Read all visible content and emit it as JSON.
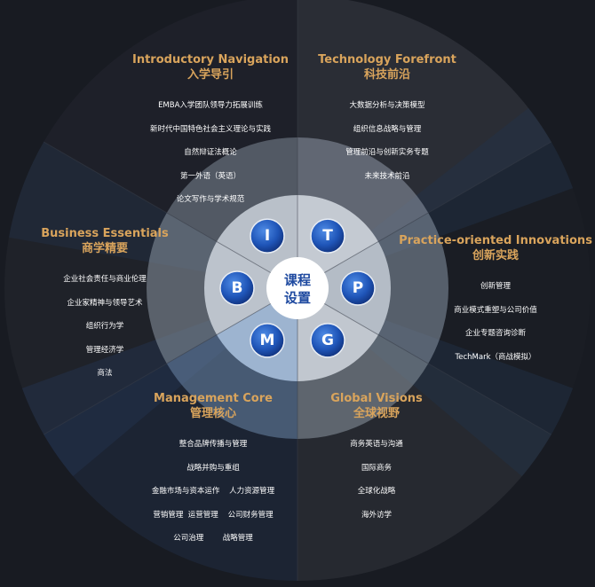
{
  "center": {
    "line1": "课程",
    "line2": "设置"
  },
  "letters": [
    "I",
    "T",
    "P",
    "G",
    "M",
    "B"
  ],
  "sections": [
    {
      "title_en": "Introductory Navigation",
      "title_cn": "入学导引",
      "items": [
        "EMBA入学团队领导力拓展训练",
        "新时代中国特色社会主义理论与实践",
        "自然辩证法概论",
        "第一外语（英语）",
        "论文写作与学术规范"
      ]
    },
    {
      "title_en": "Technology Forefront",
      "title_cn": "科技前沿",
      "items": [
        "大数据分析与决策模型",
        "组织信息战略与管理",
        "管理前沿与创新实务专题",
        "未来技术前沿"
      ]
    },
    {
      "title_en": "Practice-oriented Innovations",
      "title_cn": "创新实践",
      "items": [
        "创新管理",
        "商业模式重塑与公司价值",
        "企业专题咨询诊断",
        "TechMark（商战模拟）"
      ]
    },
    {
      "title_en": "Global Visions",
      "title_cn": "全球视野",
      "items": [
        "商务英语与沟通",
        "国际商务",
        "全球化战略",
        "海外访学"
      ]
    },
    {
      "title_en": "Management Core",
      "title_cn": "管理核心",
      "items": [
        "整合品牌传播与管理",
        "战略并购与重组",
        "金融市场与资本运作    人力资源管理",
        "营销管理  运营管理    公司财务管理",
        "公司治理        战略管理"
      ]
    },
    {
      "title_en": "Business Essentials",
      "title_cn": "商学精要",
      "items": [
        "企业社会责任与商业伦理",
        "企业家精神与领导艺术",
        "组织行为学",
        "管理经济学",
        "商法"
      ]
    }
  ]
}
